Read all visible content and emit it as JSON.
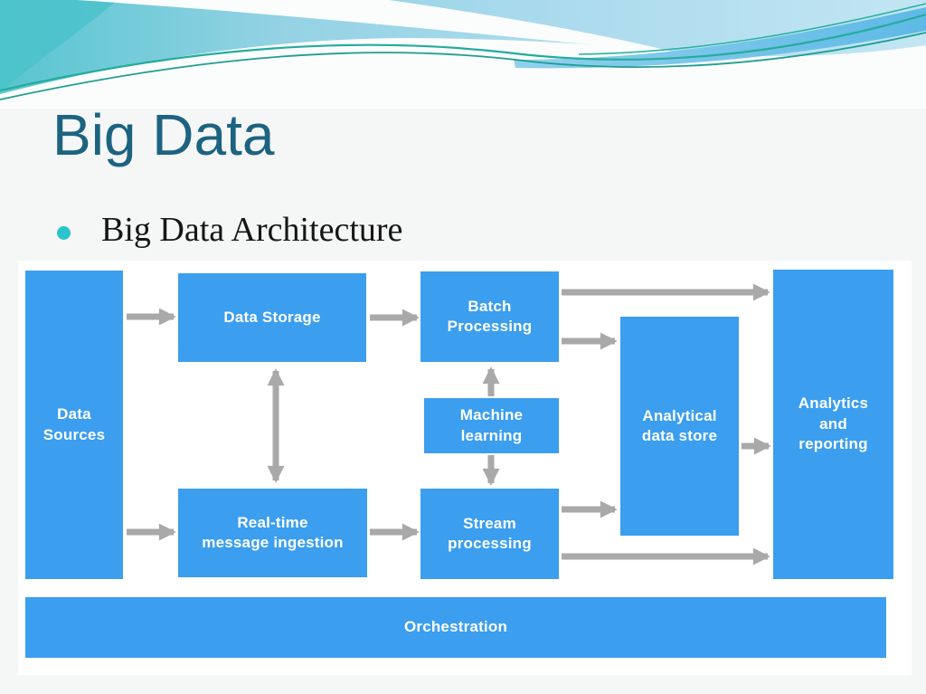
{
  "slide": {
    "title": "Big Data",
    "bullet_text": "Big Data Architecture"
  },
  "diagram": {
    "nodes": {
      "data_sources": {
        "label": "Data\nSources"
      },
      "data_storage": {
        "label": "Data Storage"
      },
      "batch_processing": {
        "label": "Batch\nProcessing"
      },
      "machine_learning": {
        "label": "Machine\nlearning"
      },
      "real_time_ingestion": {
        "label": "Real-time\nmessage ingestion"
      },
      "stream_processing": {
        "label": "Stream\nprocessing"
      },
      "analytical_data_store": {
        "label": "Analytical\ndata store"
      },
      "analytics_and_reporting": {
        "label": "Analytics\nand\nreporting"
      },
      "orchestration": {
        "label": "Orchestration"
      }
    },
    "colors": {
      "node_fill": "#3B9EEF",
      "node_text": "#FFFFFF",
      "arrow_gray": "#A9A9A9"
    }
  },
  "theme": {
    "title_color": "#1C6380",
    "bullet_dot_color": "#2BC4CE",
    "header_teal": "#4BC2CB",
    "header_blue": "#A9DAEE",
    "accent_line_green": "#24AC9C",
    "background": "#F5F6F6",
    "panel_background": "#FFFFFF"
  }
}
